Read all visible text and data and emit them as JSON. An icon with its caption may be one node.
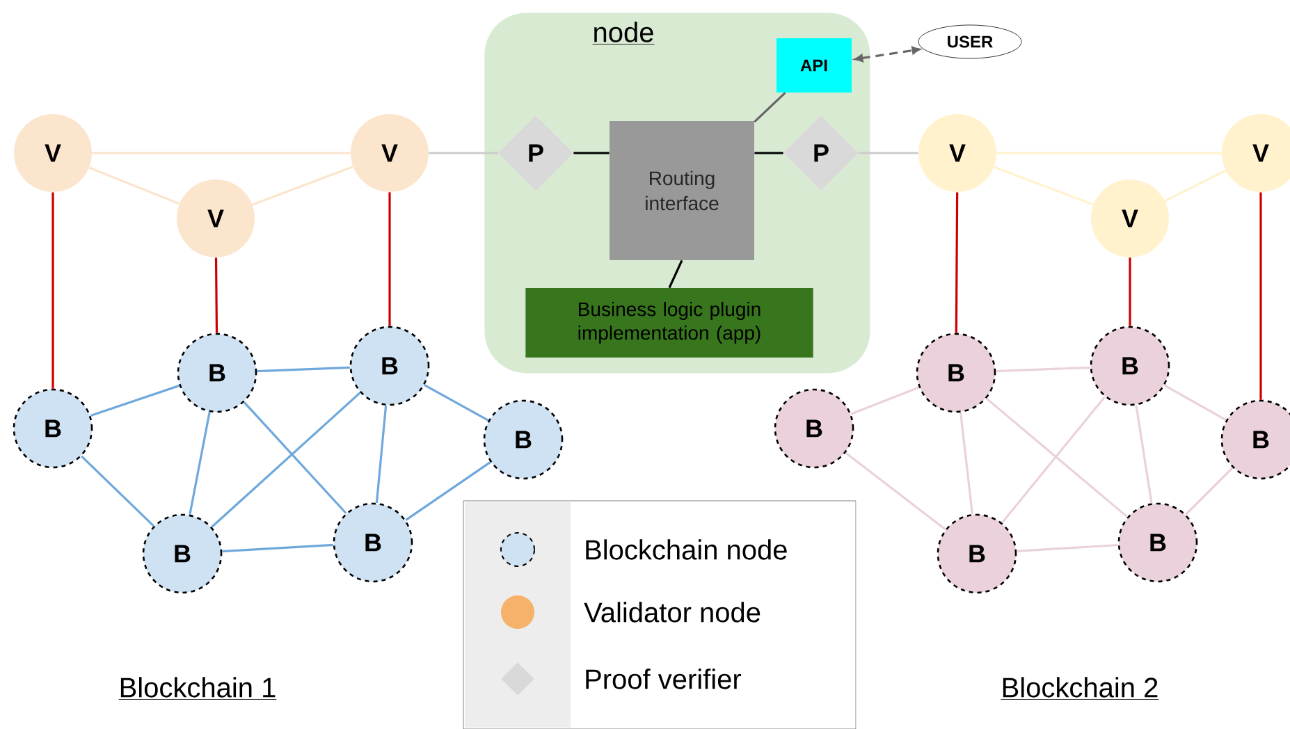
{
  "diagram": {
    "nodes": [
      {
        "text": [
          "node"
        ]
      },
      {
        "text": [
          "API"
        ],
        "in": 0
      },
      {
        "text": [
          "USER"
        ]
      },
      {
        "text": [
          "P"
        ],
        "in": 0
      },
      {
        "text": [
          "Routing interface"
        ],
        "in": 0
      },
      {
        "text": [
          "P"
        ],
        "in": 0
      },
      {
        "text": [
          "Business logic plugin implementation (app)"
        ],
        "in": 0
      },
      {
        "text": [
          "V"
        ]
      },
      {
        "text": [
          "V"
        ]
      },
      {
        "text": [
          "V"
        ]
      },
      {
        "text": [
          "B"
        ]
      },
      {
        "text": [
          "B"
        ]
      },
      {
        "text": [
          "B"
        ]
      },
      {
        "text": [
          "B"
        ]
      },
      {
        "text": [
          "B"
        ]
      },
      {
        "text": [
          "B"
        ]
      },
      {
        "text": [
          "V"
        ]
      },
      {
        "text": [
          "V"
        ]
      },
      {
        "text": [
          "V"
        ]
      },
      {
        "text": [
          "B"
        ]
      },
      {
        "text": [
          "B"
        ]
      },
      {
        "text": [
          "B"
        ]
      },
      {
        "text": [
          "B"
        ]
      },
      {
        "text": [
          "B"
        ]
      },
      {
        "text": [
          "B"
        ]
      }
    ],
    "edges": [
      {
        "from": 7,
        "to": 9,
        "arrow": "none",
        "color": "#fce5cd"
      },
      {
        "from": 7,
        "to": 8,
        "arrow": "none",
        "color": "#fce5cd"
      },
      {
        "from": 8,
        "to": 9,
        "arrow": "none",
        "color": "#fce5cd"
      },
      {
        "from": 9,
        "to": 3,
        "arrow": "none",
        "color": "#cccccc"
      },
      {
        "from": 3,
        "to": 4,
        "arrow": "none",
        "color": "#000000"
      },
      {
        "from": 4,
        "to": 5,
        "arrow": "none",
        "color": "#000000"
      },
      {
        "from": 5,
        "to": 16,
        "arrow": "none",
        "color": "#cccccc"
      },
      {
        "from": 4,
        "to": 1,
        "arrow": "none",
        "color": "#666666"
      },
      {
        "from": 1,
        "to": 2,
        "arrow": "both",
        "style": "dashed",
        "color": "#666666"
      },
      {
        "from": 4,
        "to": 6,
        "arrow": "none",
        "color": "#000000"
      },
      {
        "from": 7,
        "to": 10,
        "arrow": "none",
        "color": "#cc0000"
      },
      {
        "from": 8,
        "to": 11,
        "arrow": "none",
        "color": "#cc0000"
      },
      {
        "from": 9,
        "to": 12,
        "arrow": "none",
        "color": "#cc0000"
      },
      {
        "from": 10,
        "to": 11,
        "arrow": "none",
        "color": "#6fa8dc"
      },
      {
        "from": 10,
        "to": 14,
        "arrow": "none",
        "color": "#6fa8dc"
      },
      {
        "from": 11,
        "to": 12,
        "arrow": "none",
        "color": "#6fa8dc"
      },
      {
        "from": 11,
        "to": 14,
        "arrow": "none",
        "color": "#6fa8dc"
      },
      {
        "from": 11,
        "to": 15,
        "arrow": "none",
        "color": "#6fa8dc"
      },
      {
        "from": 12,
        "to": 14,
        "arrow": "none",
        "color": "#6fa8dc"
      },
      {
        "from": 12,
        "to": 15,
        "arrow": "none",
        "color": "#6fa8dc"
      },
      {
        "from": 12,
        "to": 13,
        "arrow": "none",
        "color": "#6fa8dc"
      },
      {
        "from": 13,
        "to": 15,
        "arrow": "none",
        "color": "#6fa8dc"
      },
      {
        "from": 14,
        "to": 15,
        "arrow": "none",
        "color": "#6fa8dc"
      },
      {
        "from": 16,
        "to": 18,
        "arrow": "none",
        "color": "#fff2cc"
      },
      {
        "from": 16,
        "to": 17,
        "arrow": "none",
        "color": "#fff2cc"
      },
      {
        "from": 17,
        "to": 18,
        "arrow": "none",
        "color": "#fff2cc"
      },
      {
        "from": 16,
        "to": 20,
        "arrow": "none",
        "color": "#cc0000"
      },
      {
        "from": 17,
        "to": 21,
        "arrow": "none",
        "color": "#cc0000"
      },
      {
        "from": 18,
        "to": 22,
        "arrow": "none",
        "color": "#cc0000"
      },
      {
        "from": 19,
        "to": 20,
        "arrow": "none",
        "color": "#ead1dc"
      },
      {
        "from": 19,
        "to": 23,
        "arrow": "none",
        "color": "#ead1dc"
      },
      {
        "from": 20,
        "to": 21,
        "arrow": "none",
        "color": "#ead1dc"
      },
      {
        "from": 20,
        "to": 23,
        "arrow": "none",
        "color": "#ead1dc"
      },
      {
        "from": 20,
        "to": 24,
        "arrow": "none",
        "color": "#ead1dc"
      },
      {
        "from": 21,
        "to": 23,
        "arrow": "none",
        "color": "#ead1dc"
      },
      {
        "from": 21,
        "to": 24,
        "arrow": "none",
        "color": "#ead1dc"
      },
      {
        "from": 21,
        "to": 22,
        "arrow": "none",
        "color": "#ead1dc"
      },
      {
        "from": 22,
        "to": 24,
        "arrow": "none",
        "color": "#ead1dc"
      },
      {
        "from": 23,
        "to": 24,
        "arrow": "none",
        "color": "#ead1dc"
      }
    ],
    "labels": [
      "Blockchain 1",
      "Blockchain 2"
    ],
    "legend": [
      {
        "text": "Blockchain node"
      },
      {
        "text": "Validator node"
      },
      {
        "text": "Proof verifier"
      }
    ]
  }
}
